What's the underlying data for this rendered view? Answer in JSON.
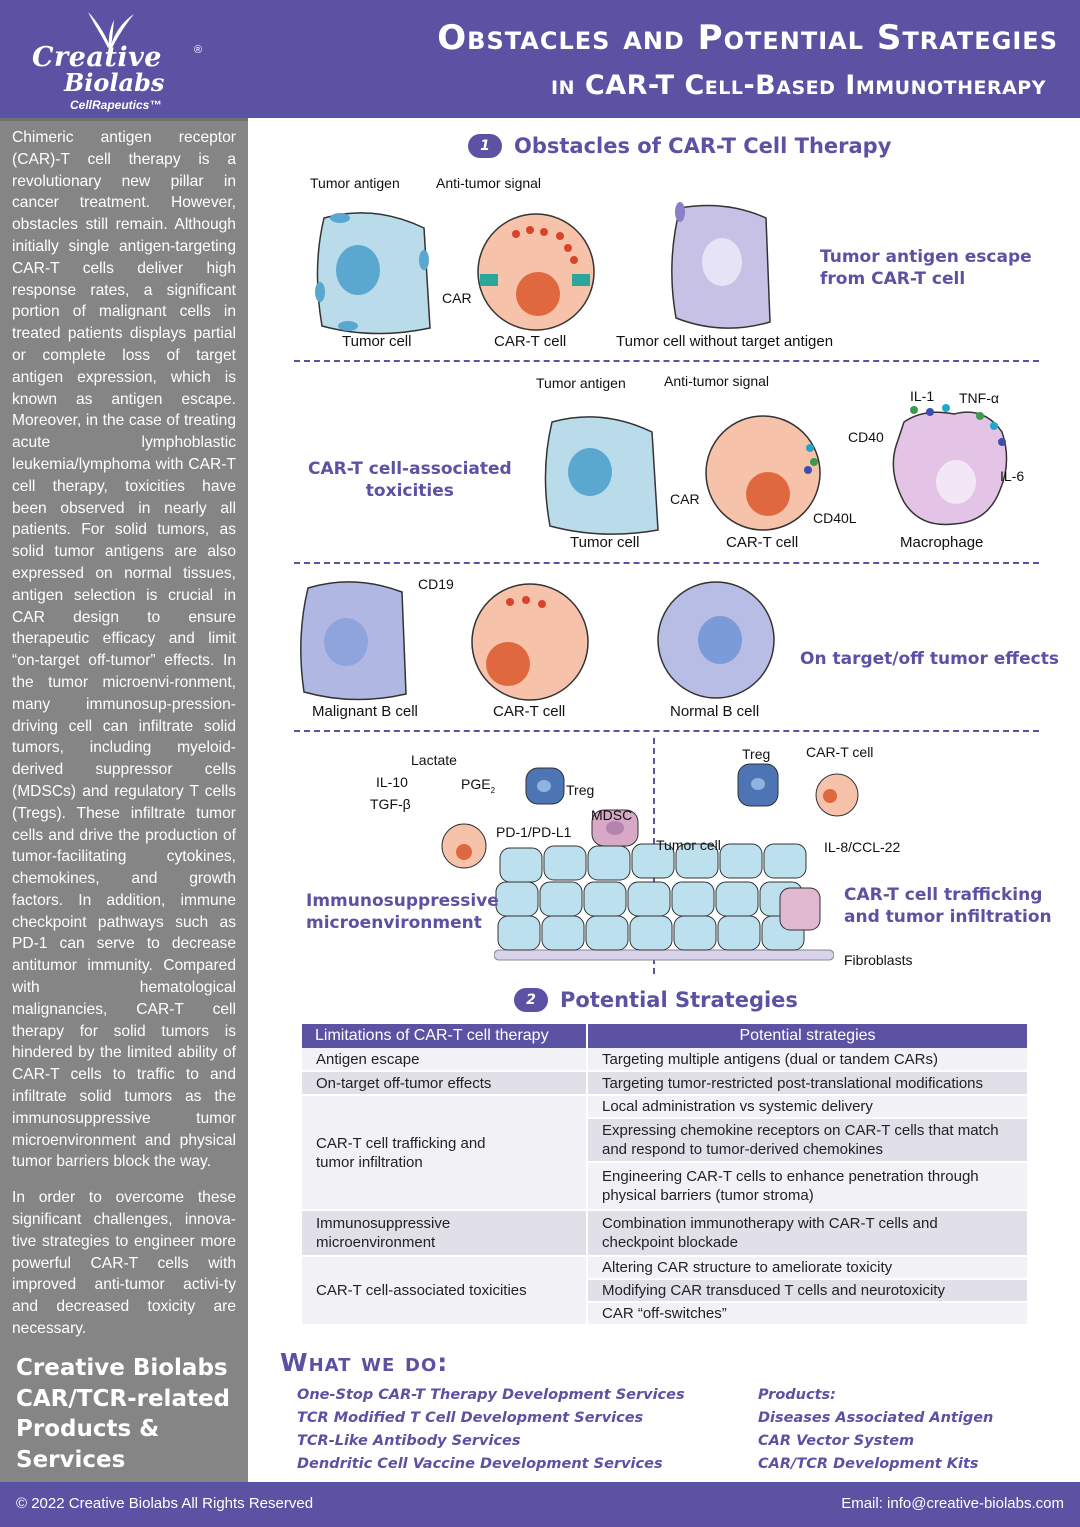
{
  "header": {
    "logo": {
      "line1": "Creative",
      "registered": "®",
      "line2": "Biolabs",
      "tagline": "CellRapeutics™"
    },
    "title_line1": "Obstacles and Potential Strategies",
    "title_line2": "in CAR-T Cell-Based Immunotherapy"
  },
  "sidebar": {
    "paragraph1": "Chimeric antigen receptor (CAR)-T cell therapy is a revolutionary new pillar in cancer treatment. However, obstacles still remain. Although initially single antigen-targeting CAR-T cells deliver high response rates, a significant portion of malignant cells in treated patients displays partial or complete loss of target antigen expression, which is known as antigen escape. Moreover, in the case of treating acute lymphoblastic leukemia/lymphoma with CAR-T cell therapy, toxicities have been observed in nearly all patients. For solid tumors, as solid tumor antigens are also expressed on normal tissues, antigen selection is crucial in CAR design to ensure therapeutic efficacy and limit “on-target off-tumor” effects. In the tumor microenvi-ronment, many immunosup-pression-driving cell can infiltrate solid tumors, including myeloid-derived suppressor cells (MDSCs) and regulatory T cells (Tregs). These infiltrate tumor cells and drive the production of tumor-facilitating cytokines, chemokines, and growth factors. In addition, immune checkpoint pathways such as PD-1 can serve to decrease antitumor immunity. Compared with hematological malignancies, CAR-T cell therapy for solid tumors is hindered by the limited ability of CAR-T cells to traffic to and infiltrate solid tumors as the immunosuppressive tumor microenvironment and physical tumor barriers block the way.",
    "paragraph2": "In order to overcome these significant challenges, innova-tive strategies to engineer more powerful CAR-T cells with improved anti-tumor activi-ty and decreased toxicity are necessary.",
    "promo_lines": [
      "Creative Biolabs",
      "CAR/TCR-related",
      "Products &",
      "Services"
    ]
  },
  "section1": {
    "number": "1",
    "title": "Obstacles of CAR-T Cell Therapy",
    "panel1": {
      "caption_line1": "Tumor antigen escape",
      "caption_line2": "from CAR-T cell",
      "labels": {
        "tumor_antigen": "Tumor antigen",
        "anti_tumor_signal": "Anti-tumor signal",
        "car": "CAR",
        "tumor_cell": "Tumor cell",
        "car_t_cell": "CAR-T cell",
        "tumor_cell_no_antigen": "Tumor cell without target antigen"
      }
    },
    "panel2": {
      "caption_line1": "CAR-T cell-associated",
      "caption_line2": "toxicities",
      "labels": {
        "tumor_antigen": "Tumor antigen",
        "anti_tumor_signal": "Anti-tumor signal",
        "car": "CAR",
        "cd40": "CD40",
        "cd40l": "CD40L",
        "il1": "IL-1",
        "tnf": "TNF-α",
        "il6": "IL-6",
        "tumor_cell": "Tumor cell",
        "car_t_cell": "CAR-T cell",
        "macrophage": "Macrophage"
      }
    },
    "panel3": {
      "caption": "On target/off tumor effects",
      "labels": {
        "cd19": "CD19",
        "malignant_b_cell": "Malignant B cell",
        "car_t_cell": "CAR-T cell",
        "normal_b_cell": "Normal B cell"
      }
    },
    "panel4": {
      "caption_left_line1": "Immunosuppressive",
      "caption_left_line2": "microenvironment",
      "caption_right_line1": "CAR-T cell trafficking",
      "caption_right_line2": "and tumor infiltration",
      "labels": {
        "lactate": "Lactate",
        "il10": "IL-10",
        "tgfb": "TGF-β",
        "pge2": "PGE",
        "pge2_sub": "2",
        "treg_left": "Treg",
        "mdsc": "MDSC",
        "pd1": "PD-1/PD-L1",
        "treg_right": "Treg",
        "car_t_cell": "CAR-T cell",
        "tumor_cell": "Tumor cell",
        "il8": "IL-8/CCL-22",
        "fibroblasts": "Fibroblasts"
      }
    }
  },
  "section2": {
    "number": "2",
    "title": "Potential Strategies",
    "table": {
      "headers": [
        "Limitations of CAR-T cell therapy",
        "Potential strategies"
      ],
      "rows": [
        {
          "limitation": "Antigen escape",
          "strategies": [
            "Targeting multiple antigens (dual or tandem CARs)"
          ]
        },
        {
          "limitation": "On-target off-tumor effects",
          "strategies": [
            "Targeting tumor-restricted post-translational modifications"
          ]
        },
        {
          "limitation": "CAR-T cell trafficking and tumor infiltration",
          "strategies": [
            "Local administration vs systemic delivery",
            "Expressing chemokine receptors on CAR-T cells that match and respond to tumor-derived chemokines",
            "Engineering CAR-T cells to enhance penetration through physical barriers (tumor stroma)"
          ]
        },
        {
          "limitation": "Immunosuppressive microenvironment",
          "strategies": [
            "Combination immunotherapy with CAR-T cells and checkpoint blockade"
          ]
        },
        {
          "limitation": "CAR-T cell-associated toxicities",
          "strategies": [
            "Altering CAR structure to ameliorate toxicity",
            "Modifying CAR transduced T cells and neurotoxicity",
            "CAR “off-switches”"
          ]
        }
      ]
    }
  },
  "what_we_do": {
    "title": "What we do:",
    "services": [
      "One-Stop CAR-T Therapy Development Services",
      "TCR Modified T Cell Development Services",
      "TCR-Like Antibody Services",
      "Dendritic Cell Vaccine Development Services"
    ],
    "products_heading": "Products:",
    "products": [
      "Diseases Associated Antigen",
      "CAR Vector System",
      "CAR/TCR Development Kits"
    ]
  },
  "footer": {
    "copyright": "© 2022 Creative Biolabs All Rights Reserved",
    "email": "Email: info@creative-biolabs.com"
  },
  "colors": {
    "brand_purple": "#5b52a3",
    "sidebar_gray": "#858585",
    "tumor_cell_blue": "#b9dbea",
    "car_t_orange": "#f5b49a",
    "b_cell_lavender": "#b8bde6",
    "signal_red": "#d9432a"
  }
}
